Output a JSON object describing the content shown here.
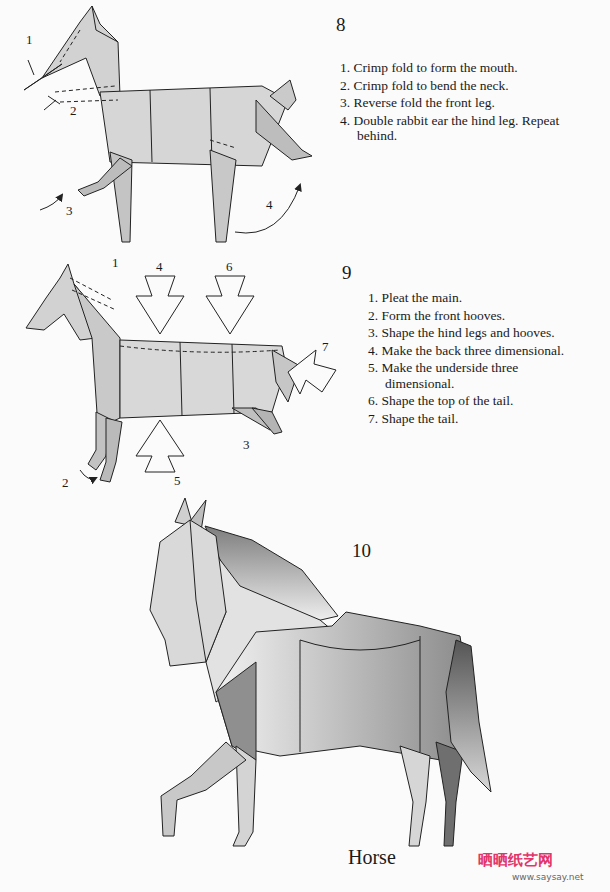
{
  "diagram": {
    "caption": "Horse",
    "labels": [
      "8",
      "1",
      "2",
      "3",
      "4",
      "1. Crimp fold to form the mouth.",
      "2. Crimp fold to bend the neck.",
      "3. Reverse fold the front leg.",
      "4. Double rabbit ear the hind leg. Repeat behind.",
      "9",
      "1",
      "4",
      "6",
      "7",
      "2",
      "5",
      "3",
      "1. Pleat the main.",
      "2. Form the front hooves.",
      "3. Shape the hind legs and hooves.",
      "4. Make the back three dimensional.",
      "5. Make the underside three dimensional.",
      "6. Shape the top of the tail.",
      "7. Shape the tail.",
      "10",
      "晒晒纸艺网",
      "www.saysay.net"
    ]
  }
}
